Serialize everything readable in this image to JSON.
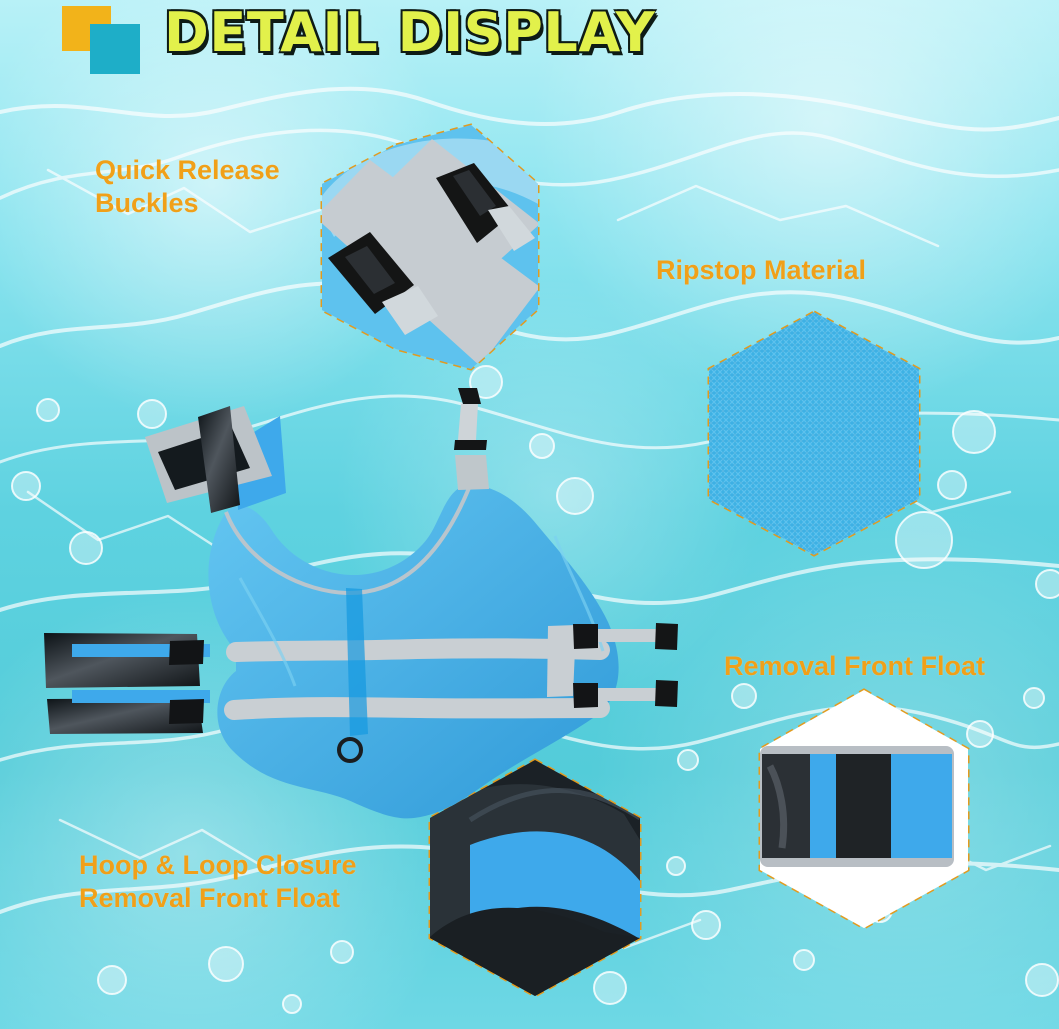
{
  "header": {
    "title": "DETAIL DISPLAY"
  },
  "callouts": {
    "quick_release": {
      "line1": "Quick Release",
      "line2": "Buckles"
    },
    "ripstop": {
      "text": "Ripstop Material"
    },
    "front_float": {
      "text": "Removal Front Float"
    },
    "hoop_loop": {
      "line1": "Hoop & Loop Closure",
      "line2": "Removal Front Float"
    }
  },
  "colors": {
    "title_fill": "#e2f14b",
    "title_stroke": "#0e1b15",
    "label": "#f0a019",
    "square_yellow": "#f2b31a",
    "square_blue": "#1eaec8",
    "water_dark": "#53ccd9",
    "water_light": "#b8f1f7",
    "vest_blue": "#46b2ea",
    "vest_gray": "#bfc7cb",
    "vest_black": "#242a30"
  }
}
